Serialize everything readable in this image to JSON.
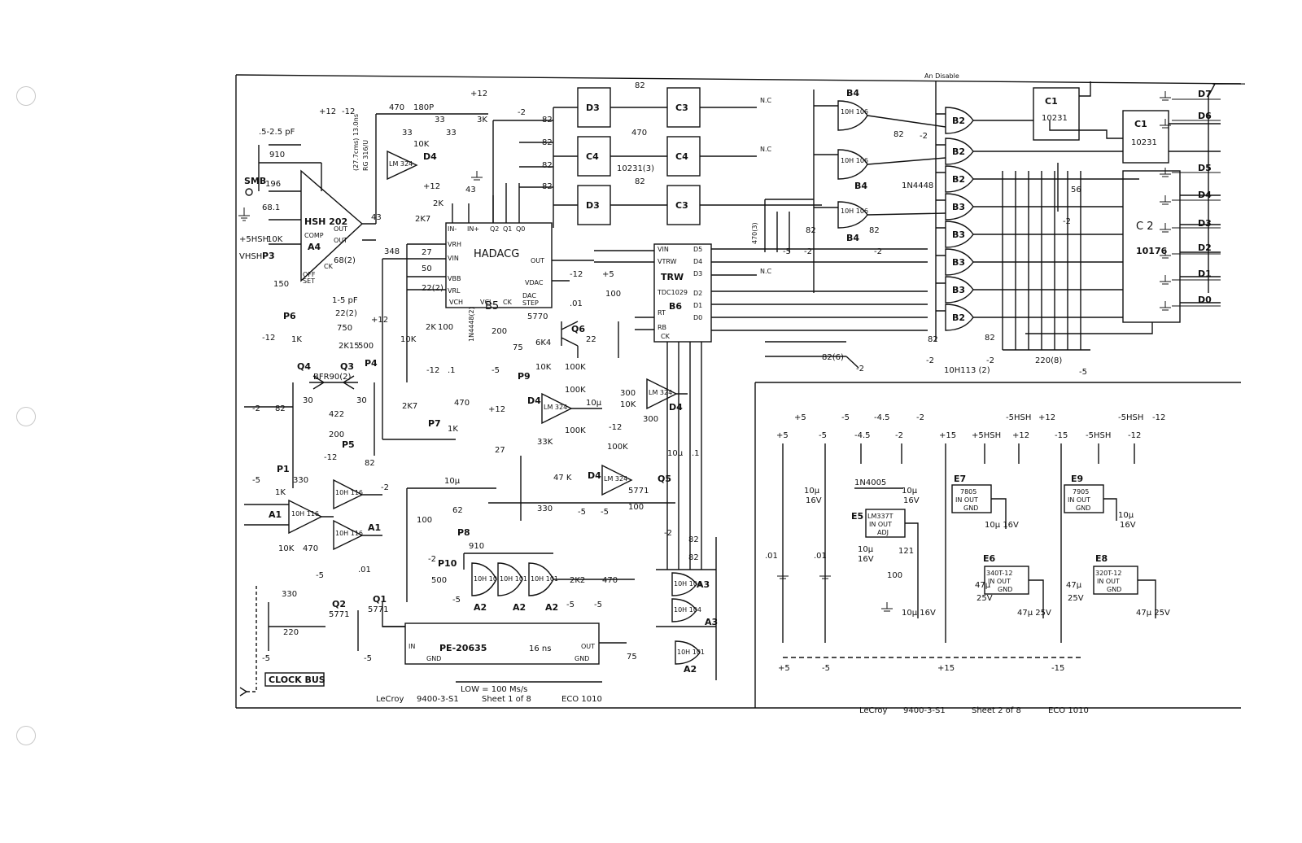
{
  "panel_left": {
    "ics": {
      "hsh202": "HSH 202",
      "a4": "A4",
      "hadacg": "HADACG",
      "b5": "B5",
      "trw": "TRW",
      "tdc": "TDC1029",
      "b6": "B6",
      "d3a": "D3",
      "d3b": "D3",
      "c3a": "C3",
      "c3b": "C3",
      "c4a": "C4",
      "c4b": "C4",
      "c4part": "10231(3)",
      "b4": "B4",
      "b4part1": "10H 106",
      "b4part2": "10H 106",
      "b4part3": "10H 106",
      "b3a": "B3",
      "b3b": "B3",
      "b3c": "B3",
      "b2a": "B2",
      "b2b": "B2",
      "b2c": "B2",
      "c1a": "C1",
      "c1b": "C1",
      "c1part": "10231",
      "c2": "C 2",
      "c2part": "10176",
      "d4a": "D4",
      "d4b": "D4",
      "d4c": "D4",
      "d4d": "D4",
      "lm324": "LM 324",
      "a1a": "A1",
      "a1b": "A1",
      "a1part": "10H 116",
      "a2": "A2",
      "a3": "A3",
      "a2part": "10H 101",
      "a3part": "10H 104",
      "pe": "PE-20635",
      "pe_delay": "16 ns",
      "bfr": "BFR90(2)",
      "q4": "Q4",
      "q3": "Q3",
      "q5": "Q5",
      "q6": "Q6",
      "q1": "Q1",
      "q2": "Q2",
      "q5771": "5771",
      "q5770": "5770"
    },
    "pins": {
      "comp": "COMP",
      "out": "OUT",
      "off": "OFF",
      "set": "SET",
      "ck": "CK",
      "in_minus": "IN-",
      "in_plus": "IN+",
      "q2": "Q2",
      "q1": "Q1",
      "q0": "Q0",
      "vrh": "VRH",
      "vin": "VIN",
      "vbb": "VBB",
      "vrl": "VRL",
      "vch": "VCH",
      "vcl": "VCL",
      "dac": "DAC",
      "step": "STEP",
      "vdac": "VDAC",
      "trw_vin": "VIN",
      "trw_vtrw": "VTRW",
      "rt": "RT",
      "rb": "RB",
      "d5": "D5",
      "d4": "D4",
      "d3": "D3",
      "d2": "D2",
      "d1": "D1",
      "d0": "D0",
      "gnd": "GND",
      "in": "IN",
      "nc": "N.C"
    },
    "parts": {
      "c_trim": ".5-2.5 pF",
      "r910": "910",
      "smb": "SMB",
      "r196": "196",
      "r681": "68.1",
      "r10k": "10K",
      "vhsh_p": "+5HSH",
      "vhsh": "VHSH",
      "p3": "P3",
      "r150": "150",
      "p6": "P6",
      "r1k": "1K",
      "r348": "348",
      "c68": "68(2)",
      "c15": "1-5 pF",
      "r22": "22(2)",
      "r750": "750",
      "r2k15": "2K15",
      "r500": "500",
      "p4": "P4",
      "cable": "RG 316/U",
      "cable_len": "(27.7cms) 13.0ns",
      "r470": "470",
      "c180": "180P",
      "r33": "33",
      "r3k": "3K",
      "r2k": "2K",
      "r2k7": "2K7",
      "r43": "43",
      "r27": "27",
      "r50": "50",
      "r82": "82",
      "r100": "100",
      "diode": "1N4448(2)",
      "r2k_b": "2K",
      "r200": "200",
      "r75": "75",
      "r6k4": "6K4",
      "c01": ".01",
      "c1": ".1",
      "p9": "P9",
      "r100k": "100K",
      "r300": "300",
      "c10u": "10μ",
      "r33k": "33K",
      "r47k": "47 K",
      "r330": "330",
      "r27b": "27",
      "r62": "62",
      "p8": "P8",
      "p10": "P10",
      "r2k2": "2K2",
      "p7": "P7",
      "r220": "220",
      "p1": "P1",
      "p5": "P5",
      "r30": "30",
      "r422": "422",
      "r56": "56",
      "r470_3": "470(3)",
      "r82_6": "82(6)",
      "r220_8": "220(8)",
      "r10h113": "10H113 (2)",
      "diode2": "1N4448",
      "c22": "22"
    },
    "signals": {
      "an_disable": "An Disable",
      "d7": "D7",
      "d6": "D6",
      "d5": "D5",
      "d4": "D4",
      "d3": "D3",
      "d2": "D2",
      "d1": "D1",
      "d0": "D0",
      "clock_bus": "CLOCK BUS",
      "low_rate": "LOW = 100 Ms/s"
    },
    "supply": {
      "p12": "+12",
      "m12": "-12",
      "m2": "-2",
      "m5": "-5",
      "p5": "+5"
    },
    "title_block": {
      "maker": "LeCroy",
      "model": "9400-3-S1",
      "sheet": "Sheet 1 of 8",
      "eco": "ECO 1010"
    }
  },
  "panel_right": {
    "rails": {
      "p5": "+5",
      "m5": "-5",
      "m45": "-4.5",
      "m2": "-2",
      "p15": "+15",
      "p5hsh": "+5HSH",
      "m5hsh": "-5HSH",
      "p12": "+12",
      "m12": "-12",
      "m15": "-15"
    },
    "regs": {
      "e7": "E7",
      "e7p": "7805",
      "e5": "E5",
      "e5p": "LM337T",
      "e6": "E6",
      "e6p": "340T-12",
      "e9": "E9",
      "e9p": "7905",
      "e8": "E8",
      "e8p": "320T-12",
      "in_out": "IN OUT",
      "gnd": "GND",
      "adj": "ADJ"
    },
    "parts": {
      "c10u": "10μ",
      "v16": "16V",
      "c47u": "47μ",
      "v25": "25V",
      "c01": ".01",
      "r121": "121",
      "r100": "100",
      "diode": "1N4005",
      "c10u16": "10μ 16V",
      "c47u25": "47μ 25V"
    },
    "title_block": {
      "maker": "LeCroy",
      "model": "9400-3-S1",
      "sheet": "Sheet 2 of 8",
      "eco": "ECO 1010"
    }
  }
}
